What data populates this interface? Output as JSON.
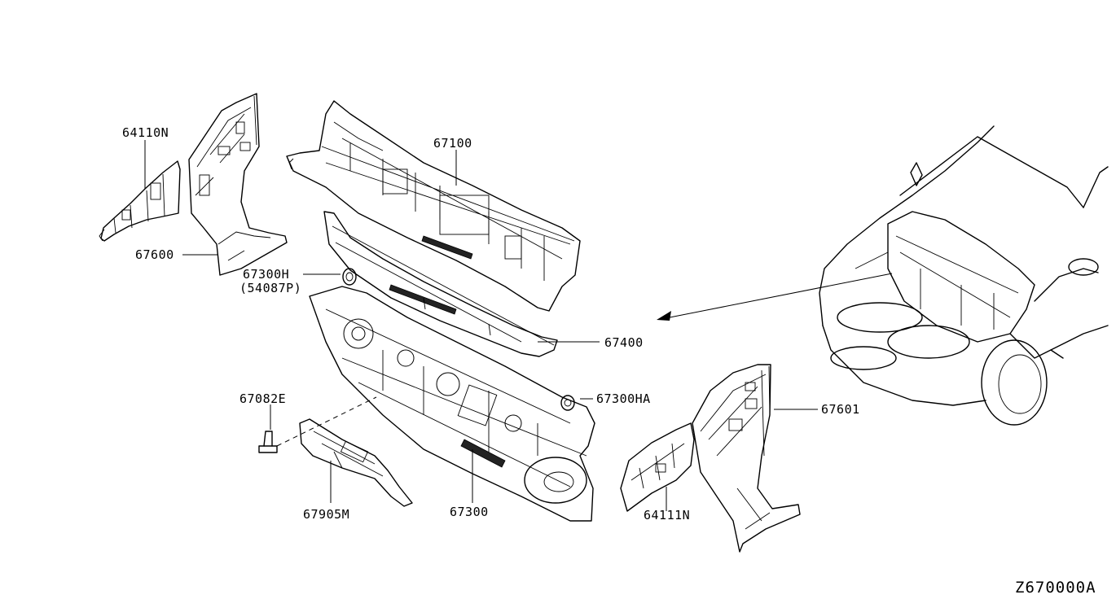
{
  "diagram_code": "Z670000A",
  "parts": {
    "p64110N": "64110N",
    "p67600": "67600",
    "p67100": "67100",
    "p67300H": "67300H",
    "p54087P": "(54087P)",
    "p67400": "67400",
    "p67082E": "67082E",
    "p67300HA": "67300HA",
    "p67601": "67601",
    "p67905M": "67905M",
    "p67300": "67300",
    "p64111N": "64111N"
  }
}
